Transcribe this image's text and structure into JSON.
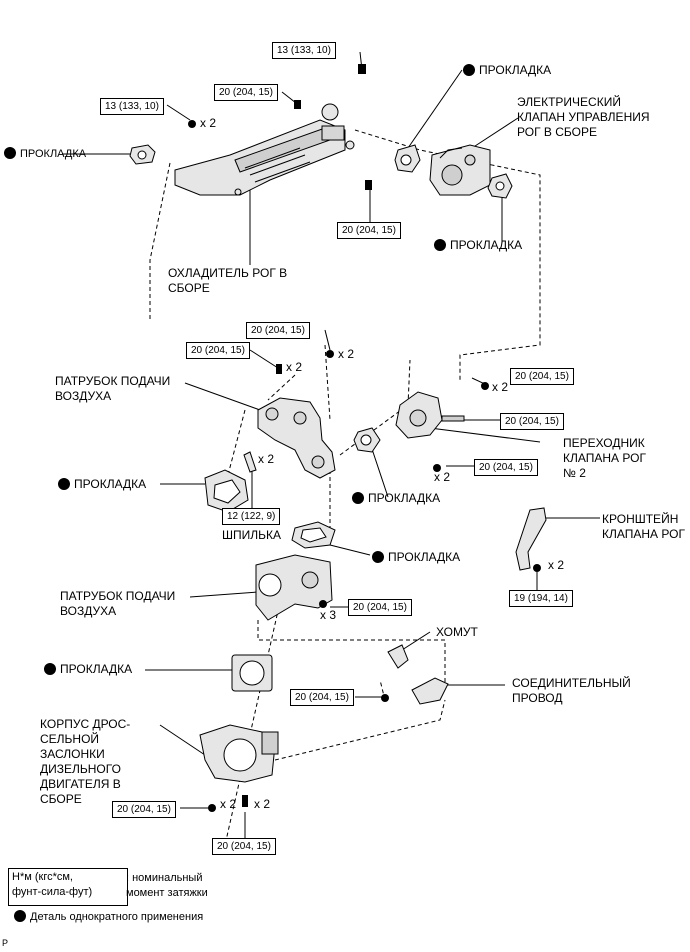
{
  "torques": {
    "t1": "13 (133, 10)",
    "t2": "20 (204, 15)",
    "t3": "13 (133, 10)",
    "t4": "20 (204, 15)",
    "t5": "20 (204, 15)",
    "t6": "20 (204, 15)",
    "t7": "20 (204, 15)",
    "t8": "20 (204, 15)",
    "t9": "20 (204, 15)",
    "t10": "12 (122, 9)",
    "t11": "20 (204, 15)",
    "t12": "19 (194, 14)",
    "t13": "20 (204, 15)",
    "t14": "20 (204, 15)",
    "t15": "20 (204, 15)"
  },
  "multipliers": {
    "x2": "x 2",
    "x3": "x 3"
  },
  "labels": {
    "gasket": "ПРОКЛАДКА",
    "egr_valve": "ЭЛЕКТРИЧЕСКИЙ\nКЛАПАН УПРАВЛЕНИЯ\nРОГ В СБОРЕ",
    "egr_cooler": "ОХЛАДИТЕЛЬ РОГ В\nСБОРЕ",
    "air_pipe_1": "ПАТРУБОК ПОДАЧИ\nВОЗДУХА",
    "air_pipe_2": "ПАТРУБОК ПОДАЧИ\nВОЗДУХА",
    "adapter": "ПЕРЕХОДНИК\nКЛАПАНА РОГ\n№ 2",
    "stud": "ШПИЛЬКА",
    "bracket": "КРОНШТЕЙН\nКЛАПАНА РОГ",
    "clamp": "ХОМУТ",
    "wire": "СОЕДИНИТЕЛЬНЫЙ\nПРОВОД",
    "throttle": "КОРПУС ДРОС-\nСЕЛЬНОЙ\nЗАСЛОНКИ\nДИЗЕЛЬНОГО\nДВИГАТЕЛЯ В\nСБОРЕ"
  },
  "legend": {
    "units": "Н*м (кгс*см,\nфунт-сила-фут)",
    "units_desc": ": номинальный\nмомент затяжки",
    "single_use": "Деталь однократного применения"
  },
  "corner_mark": "P"
}
